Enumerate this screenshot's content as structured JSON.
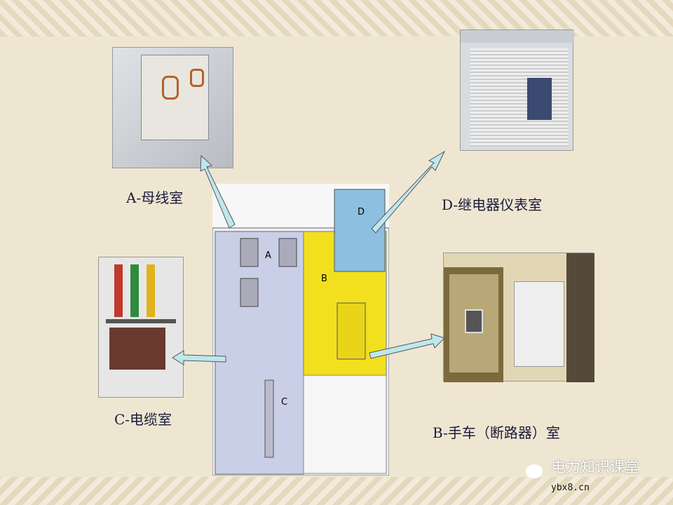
{
  "labels": {
    "a": "A-母线室",
    "d": "D-继电器仪表室",
    "c": "C-电缆室",
    "b": "B-手车（断路器）室"
  },
  "diagram_letters": {
    "a": "A",
    "b": "B",
    "c": "C",
    "d": "D"
  },
  "watermark": {
    "title": "电力知识课堂",
    "site": "ybx8.cn"
  },
  "colors": {
    "background": "#efe6d2",
    "arrow": "#bfe8ea",
    "compartment_b": "#f2e01e",
    "compartment_d": "#8cbfe0",
    "compartment_ac": "#c9cfe6"
  }
}
